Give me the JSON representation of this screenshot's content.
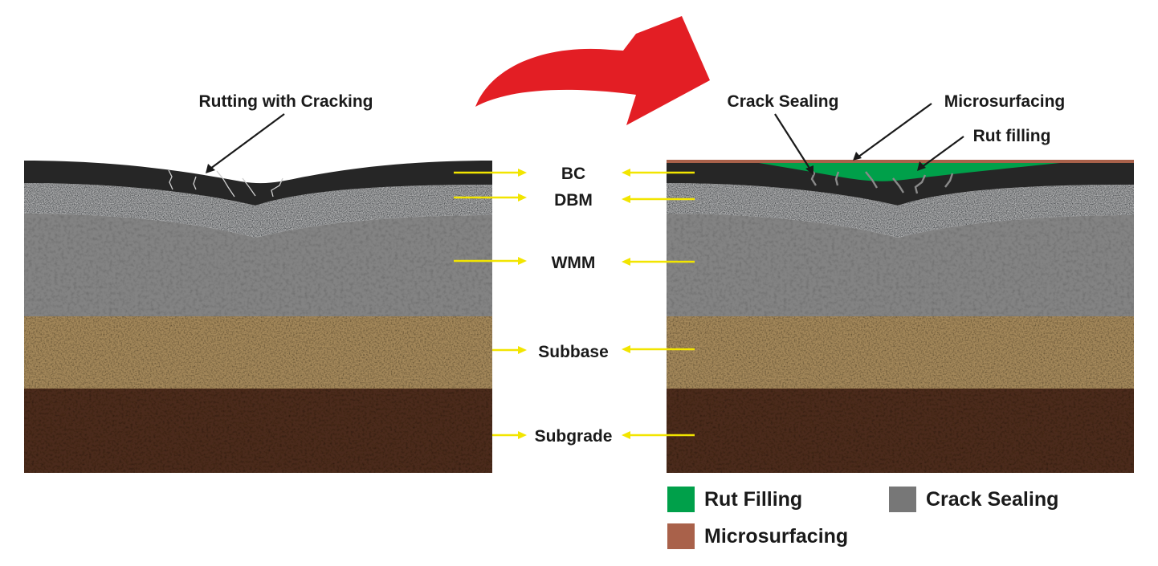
{
  "callouts": {
    "rutting_with_cracking": "Rutting with Cracking",
    "crack_sealing": "Crack Sealing",
    "microsurfacing": "Microsurfacing",
    "rut_filling": "Rut filling"
  },
  "layers": [
    "BC",
    "DBM",
    "WMM",
    "Subbase",
    "Subgrade"
  ],
  "legend": {
    "rut_filling": "Rut Filling",
    "crack_sealing": "Crack Sealing",
    "microsurfacing": "Microsurfacing"
  },
  "colors": {
    "bc": "#262626",
    "dbm": "#505356",
    "wmm": "#838383",
    "subbase": "#a4885a",
    "subgrade": "#4c2c1b",
    "rut_filling": "#00a04a",
    "crack_sealing": "#777777",
    "microsurfacing": "#a9614a",
    "transition_arrow": "#e31e24",
    "layer_arrows": "#f2e500"
  }
}
